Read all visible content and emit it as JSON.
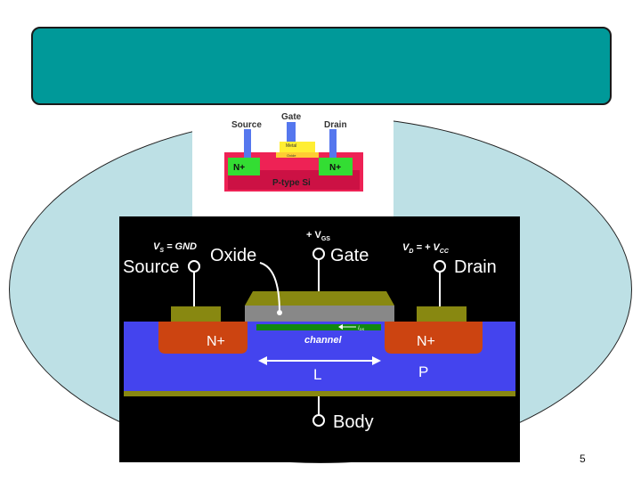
{
  "slide": {
    "page_number": "5"
  },
  "top_figure": {
    "labels": {
      "source": "Source",
      "gate": "Gate",
      "drain": "Drain",
      "metal": "Metal",
      "oxide": "Oxide",
      "n_plus_left": "N+",
      "n_plus_right": "N+",
      "substrate": "P-type Si"
    }
  },
  "main_figure": {
    "labels": {
      "vs": "V",
      "vs_sub": "S",
      "vs_rest": " = GND",
      "vgs": "+ V",
      "vgs_sub": "GS",
      "vd": "V",
      "vd_sub": "D",
      "vd_rest": " = + V",
      "vd_sub2": "CC",
      "source": "Source",
      "oxide": "Oxide",
      "gate": "Gate",
      "drain": "Drain",
      "n_plus_left": "N+",
      "n_plus_right": "N+",
      "channel": "channel",
      "ids": "I",
      "ids_sub": "DS",
      "length": "L",
      "p": "P",
      "body": "Body"
    }
  },
  "colors": {
    "title_bar": "#009999",
    "ellipse": "#bde0e5",
    "substrate_blue": "#4444ee",
    "n_plus": "#cc4411",
    "contact_olive": "#888811",
    "oxide_gray": "#888888",
    "channel_green": "#118811"
  }
}
